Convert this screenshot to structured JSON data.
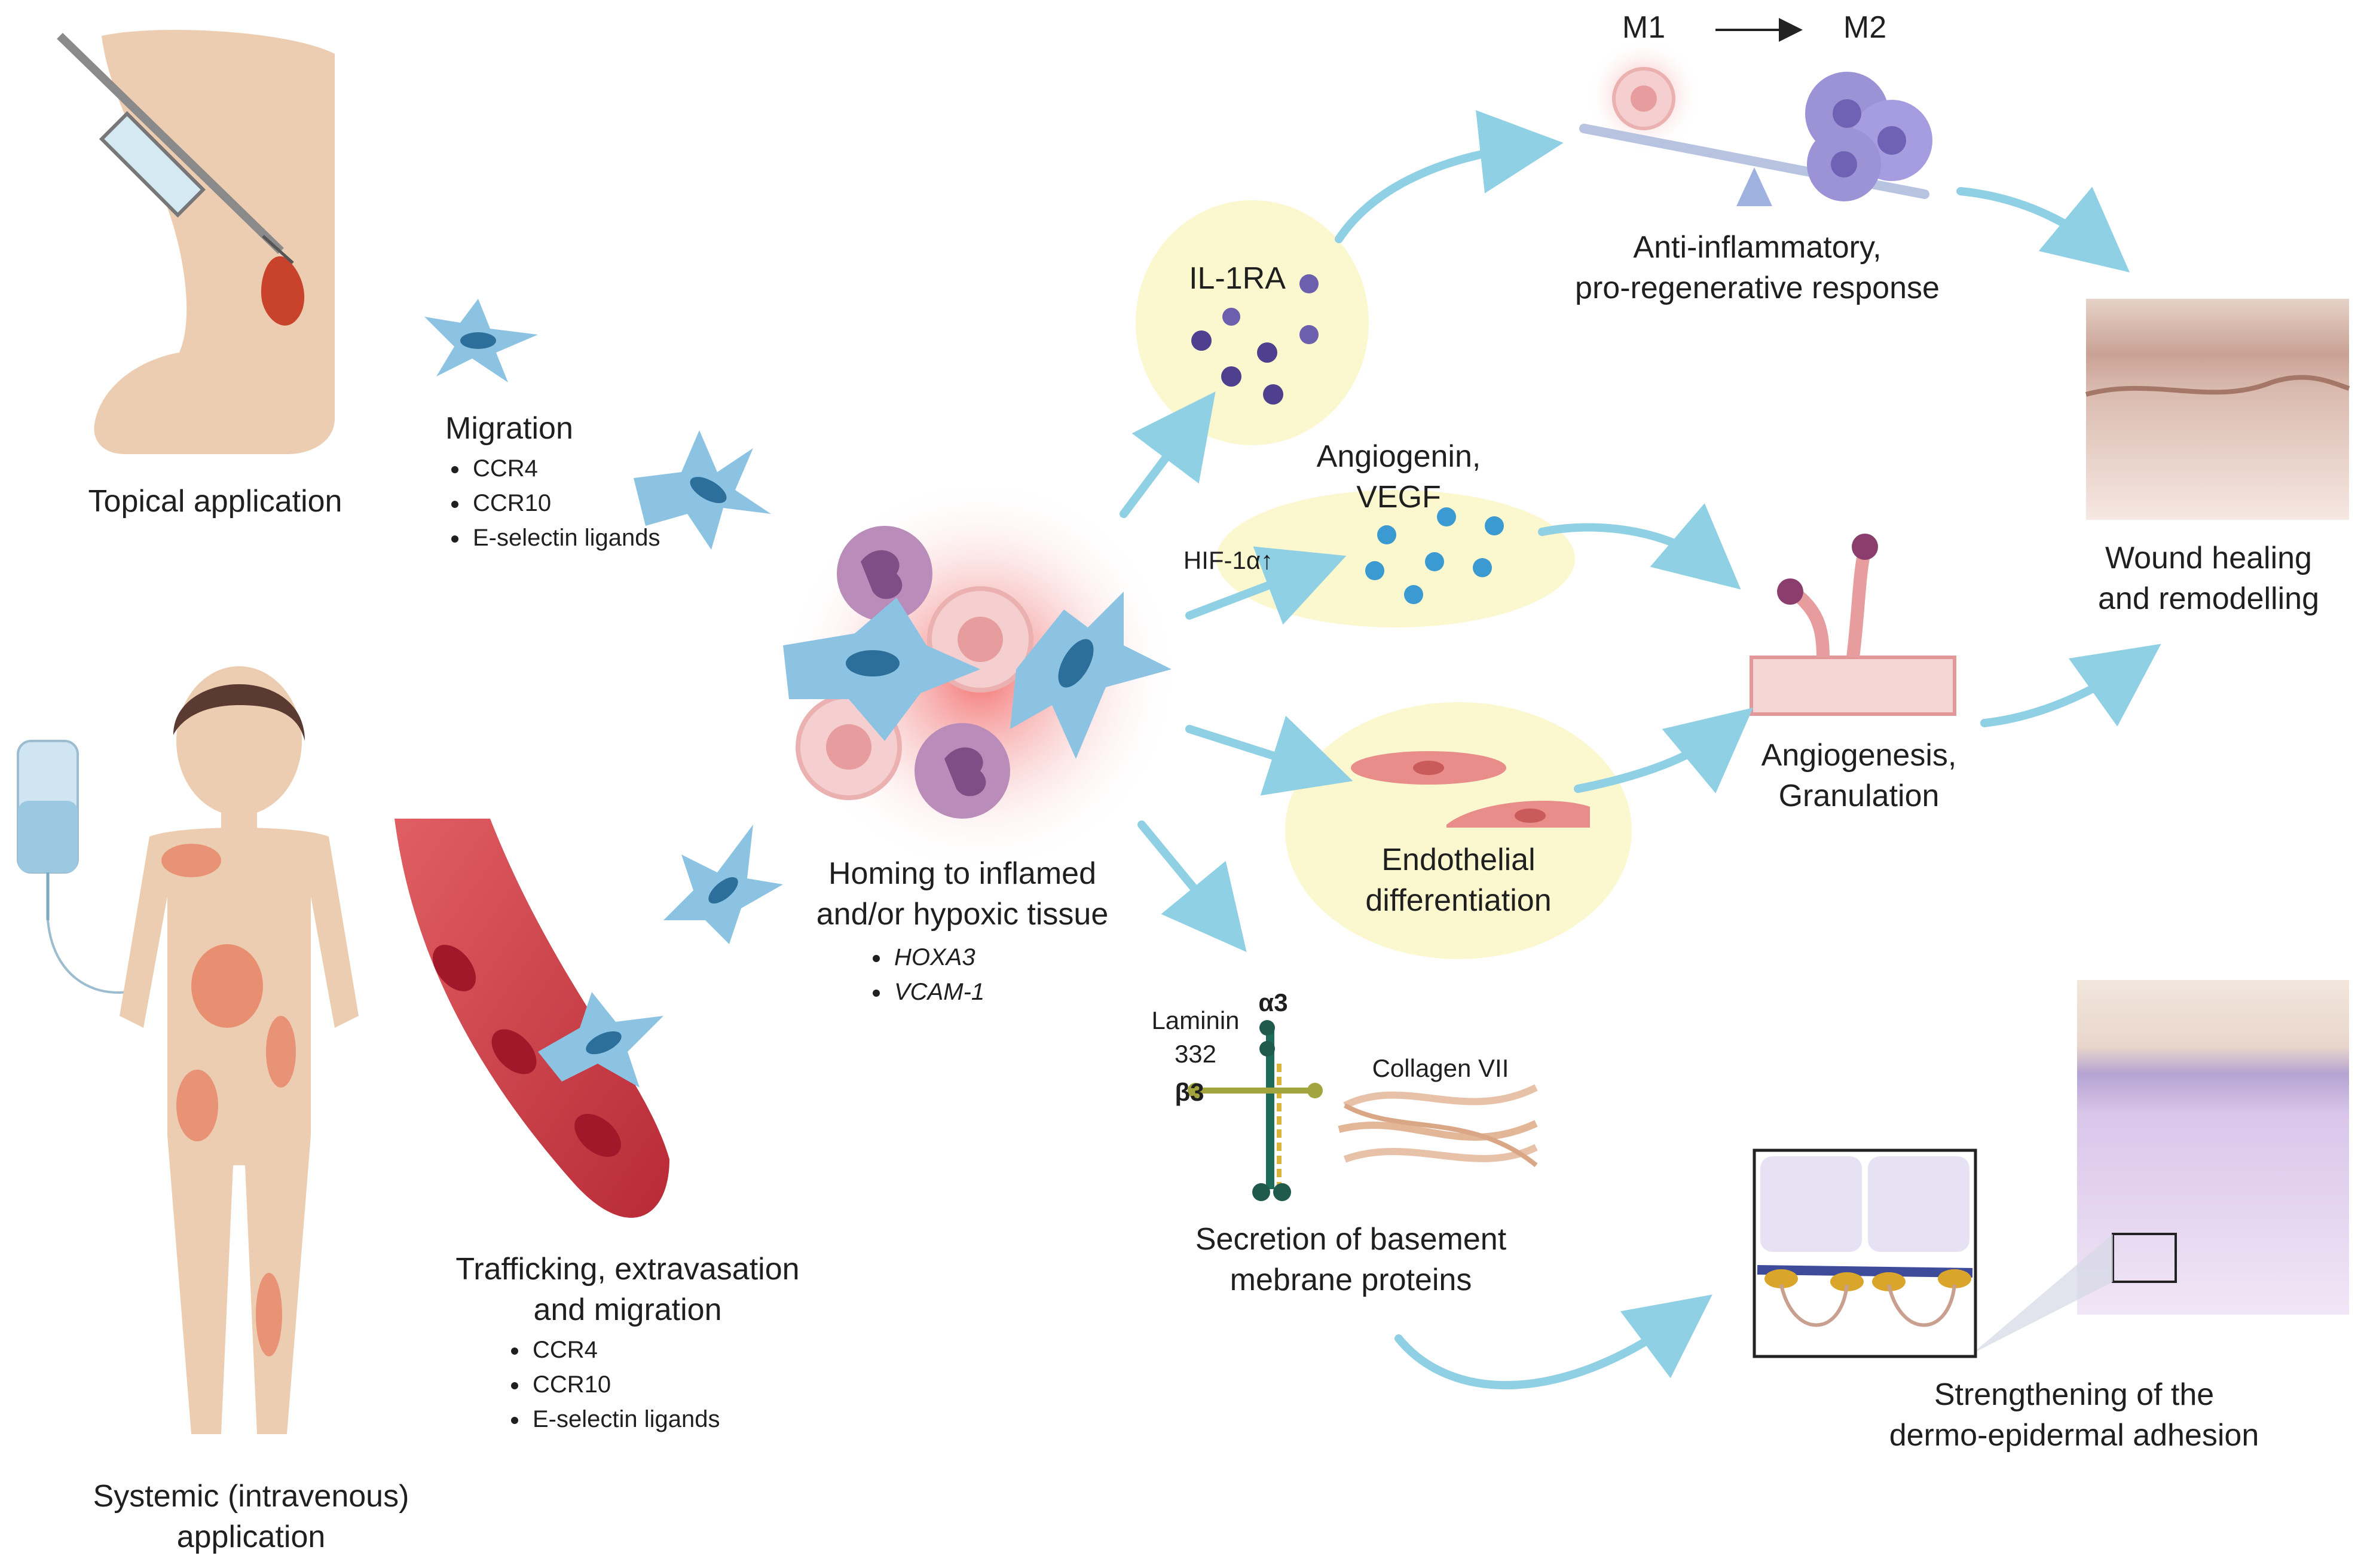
{
  "colors": {
    "arrow": "#8fd0e4",
    "msc": "#8cc3e3",
    "msc_nucleus": "#2b6f9a",
    "skin": "#eacbb0",
    "wound": "#d2533b",
    "vessel": "#c9363f",
    "yellow_bubble": "#fbf7cf",
    "inflammation_glow": "#f26c6c"
  },
  "sources": {
    "topical": "Topical application",
    "systemic": [
      "Systemic (intravenous)",
      "application"
    ]
  },
  "migration": {
    "title": "Migration",
    "items": [
      "CCR4",
      "CCR10",
      "E-selectin ligands"
    ]
  },
  "trafficking": {
    "title": [
      "Trafficking, extravasation",
      "and migration"
    ],
    "items": [
      "CCR4",
      "CCR10",
      "E-selectin ligands"
    ]
  },
  "homing": {
    "title": [
      "Homing to inflamed",
      "and/or hypoxic tissue"
    ],
    "items": [
      "HOXA3",
      "VCAM-1"
    ]
  },
  "il1ra": {
    "label": "IL-1RA"
  },
  "macrophage": {
    "m1": "M1",
    "m2": "M2",
    "response": [
      "Anti-inflammatory,",
      "pro-regenerative response"
    ]
  },
  "angio_factors": {
    "label": [
      "Angiogenin,",
      "VEGF"
    ],
    "hif": "HIF-1α↑"
  },
  "endothelial": {
    "label": [
      "Endothelial",
      "differentiation"
    ]
  },
  "angiogenesis": {
    "label": [
      "Angiogenesis,",
      "Granulation"
    ]
  },
  "wound_healing": {
    "label": [
      "Wound healing",
      "and remodelling"
    ]
  },
  "basement": {
    "laminin": [
      "Laminin",
      "332"
    ],
    "alpha": "α3",
    "beta": "β3",
    "collagen": "Collagen VII",
    "label": [
      "Secretion of basement",
      "mebrane proteins"
    ]
  },
  "adhesion": {
    "label": [
      "Strengthening of the",
      "dermo-epidermal adhesion"
    ]
  }
}
